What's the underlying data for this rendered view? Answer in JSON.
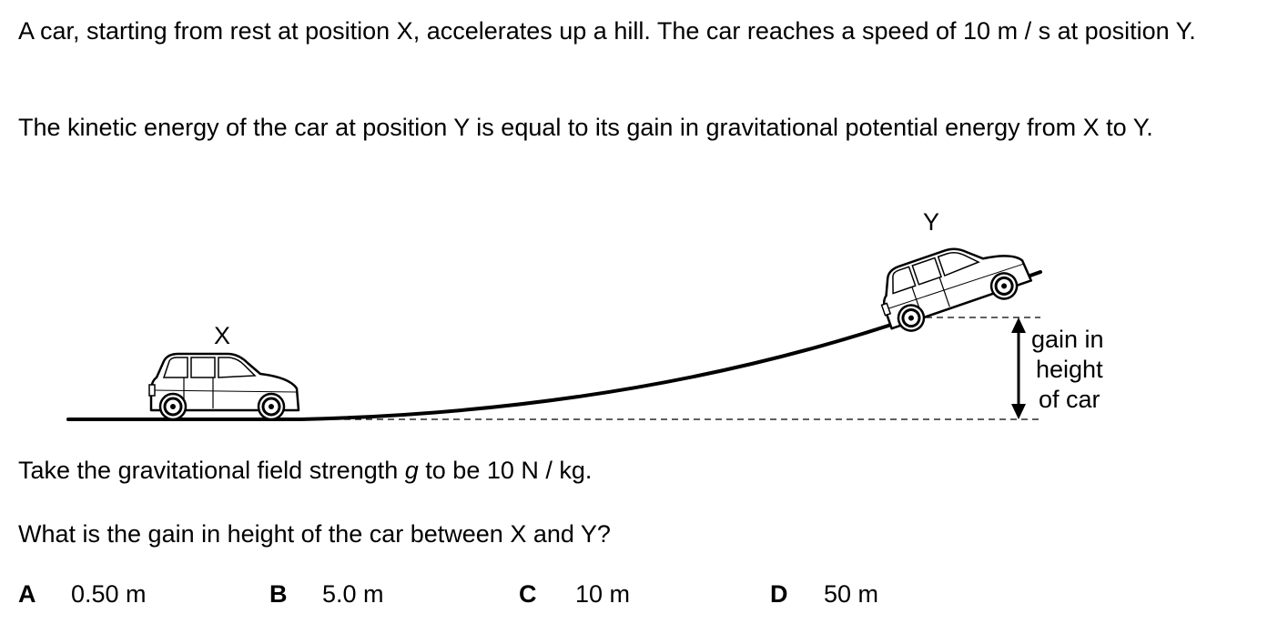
{
  "question": {
    "paragraph1": "A car, starting from rest at position X, accelerates up a hill. The car reaches a speed of 10 m / s at position Y.",
    "paragraph2": "The kinetic energy of the car at position Y is equal to its gain in gravitational potential energy from X to Y.",
    "paragraph3_before": "Take the gravitational field strength ",
    "paragraph3_symbol": "g",
    "paragraph3_after": " to be 10 N / kg.",
    "paragraph4": "What is the gain in height of the car between X and Y?"
  },
  "diagram": {
    "label_x": "X",
    "label_y": "Y",
    "height_label_line1": "gain in",
    "height_label_line2": "height",
    "height_label_line3": "of car"
  },
  "options": [
    {
      "letter": "A",
      "value": "0.50 m"
    },
    {
      "letter": "B",
      "value": "5.0 m"
    },
    {
      "letter": "C",
      "value": "10 m"
    },
    {
      "letter": "D",
      "value": "50 m"
    }
  ]
}
